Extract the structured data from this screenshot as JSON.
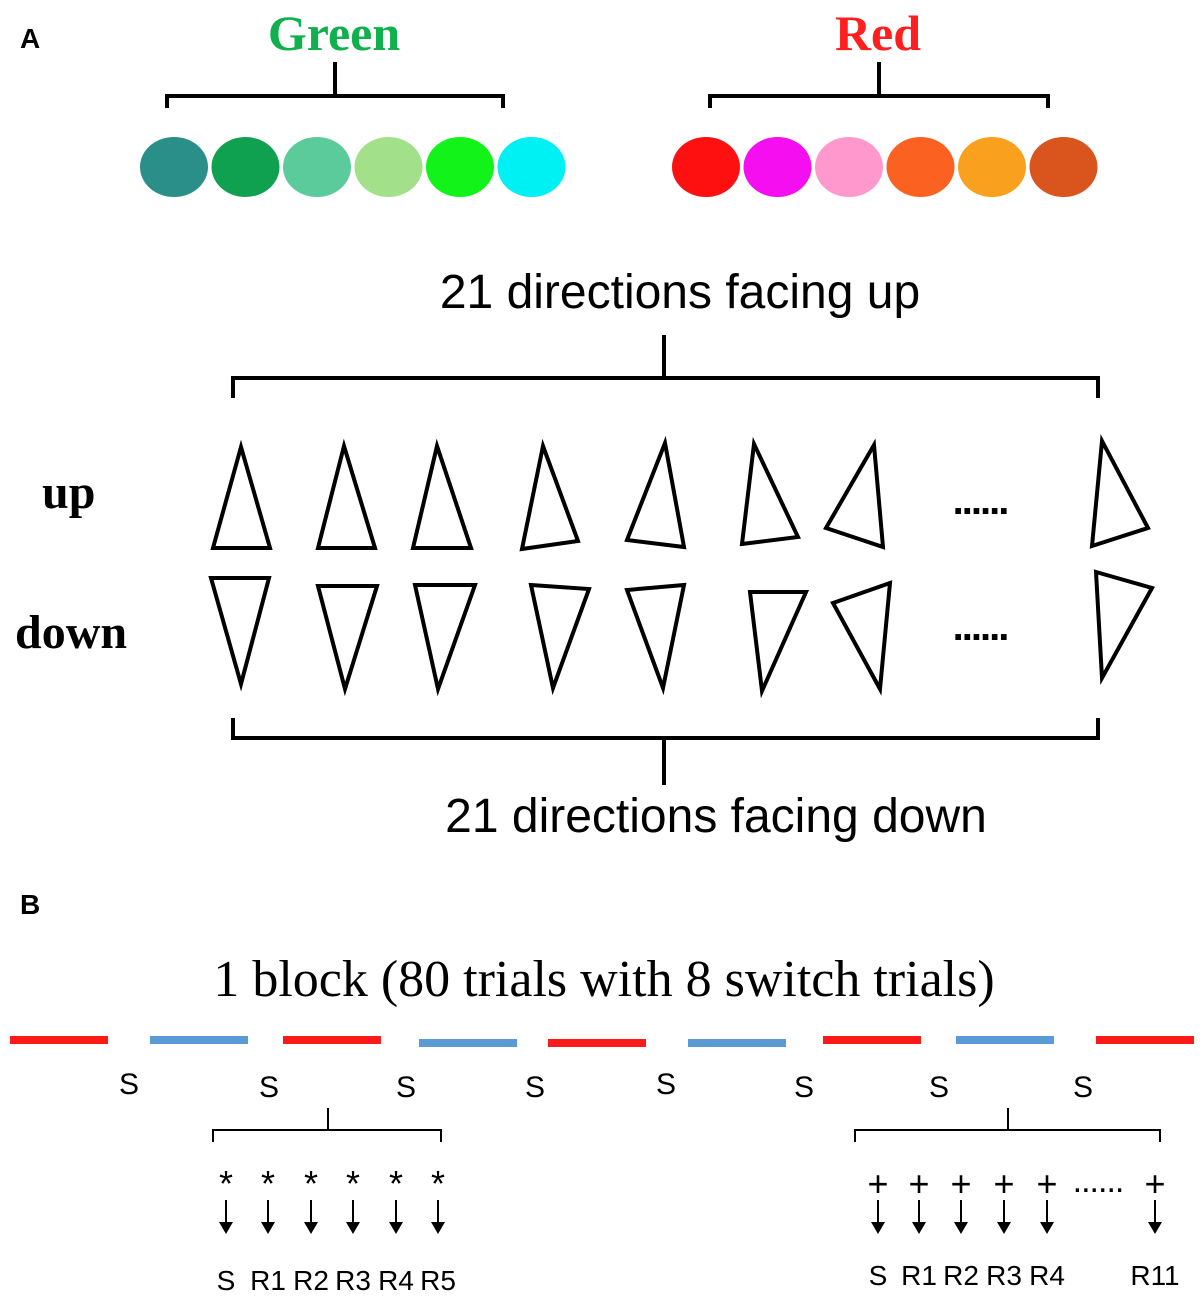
{
  "panel_a": {
    "label": "A",
    "green_group": {
      "title": "Green",
      "title_color": "#10b04e",
      "swatches": [
        "#2a8e89",
        "#0fa050",
        "#5ccb9c",
        "#a2e089",
        "#12f419",
        "#00f1f4"
      ]
    },
    "red_group": {
      "title": "Red",
      "title_color": "#ff1f1f",
      "swatches": [
        "#fe0f10",
        "#f50ef0",
        "#ff98cd",
        "#fb6120",
        "#f9a11e",
        "#da541d"
      ]
    },
    "up_caption": "21 directions facing up",
    "down_caption": "21 directions facing down",
    "row_up_label": "up",
    "row_down_label": "down",
    "ellipsis": "......",
    "up_triangle_count": 8,
    "down_triangle_count": 8
  },
  "panel_b": {
    "label": "B",
    "block_title": "1 block (80 trials with 8 switch trials)",
    "segment_colors": [
      "#ff1a1a",
      "#5b9bd5",
      "#ff1a1a",
      "#5b9bd5",
      "#ff1a1a",
      "#5b9bd5",
      "#ff1a1a",
      "#5b9bd5",
      "#ff1a1a"
    ],
    "switch_marker": "S",
    "switch_count": 8,
    "left_detail": {
      "symbols": [
        "*",
        "*",
        "*",
        "*",
        "*",
        "*"
      ],
      "labels": [
        "S",
        "R1",
        "R2",
        "R3",
        "R4",
        "R5"
      ]
    },
    "right_detail": {
      "symbols": [
        "+",
        "+",
        "+",
        "+",
        "+",
        "+"
      ],
      "ellipsis": "......",
      "labels": [
        "S",
        "R1",
        "R2",
        "R3",
        "R4",
        "R11"
      ]
    }
  }
}
